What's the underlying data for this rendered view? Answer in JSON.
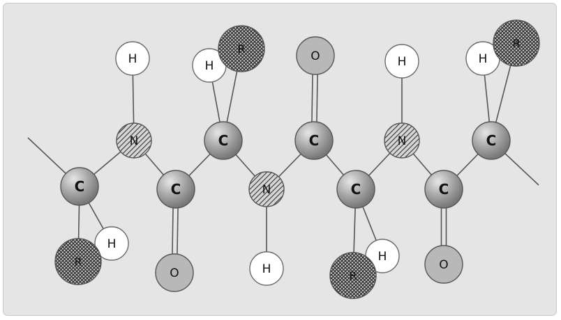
{
  "colors": {
    "background": "#e5e5e5",
    "bond": "#555555",
    "carbon": "#9a9a9a",
    "oxygen": "#b8b8b8",
    "hydrogen": "#ffffff",
    "nitrogen_hatch": "#3a3a3a",
    "r_group_hatch": "#2f2f2f"
  },
  "atoms": [
    {
      "id": "c1",
      "element": "carbon",
      "label": "C"
    },
    {
      "id": "n1",
      "element": "nitrogen",
      "label": "N"
    },
    {
      "id": "c2",
      "element": "carbon",
      "label": "C"
    },
    {
      "id": "c3",
      "element": "carbon",
      "label": "C"
    },
    {
      "id": "n2",
      "element": "nitrogen",
      "label": "N"
    },
    {
      "id": "c4",
      "element": "carbon",
      "label": "C"
    },
    {
      "id": "c5",
      "element": "carbon",
      "label": "C"
    },
    {
      "id": "n3",
      "element": "nitrogen",
      "label": "N"
    },
    {
      "id": "c6",
      "element": "carbon",
      "label": "C"
    },
    {
      "id": "c7",
      "element": "carbon",
      "label": "C"
    },
    {
      "id": "o1",
      "element": "oxygen",
      "label": "O"
    },
    {
      "id": "o2",
      "element": "oxygen",
      "label": "O"
    },
    {
      "id": "o3",
      "element": "oxygen",
      "label": "O"
    },
    {
      "id": "h1",
      "element": "hydrogen",
      "label": "H"
    },
    {
      "id": "h2",
      "element": "hydrogen",
      "label": "H"
    },
    {
      "id": "h3",
      "element": "hydrogen",
      "label": "H"
    },
    {
      "id": "h4",
      "element": "hydrogen",
      "label": "H"
    },
    {
      "id": "h5",
      "element": "hydrogen",
      "label": "H"
    },
    {
      "id": "h6",
      "element": "hydrogen",
      "label": "H"
    },
    {
      "id": "h7",
      "element": "hydrogen",
      "label": "H"
    },
    {
      "id": "r1",
      "element": "r-group",
      "label": "R"
    },
    {
      "id": "r2",
      "element": "r-group",
      "label": "R"
    },
    {
      "id": "r3",
      "element": "r-group",
      "label": "R"
    },
    {
      "id": "r4",
      "element": "r-group",
      "label": "R"
    }
  ],
  "bonds": [
    {
      "from": "c1",
      "to": "n1",
      "order": 1
    },
    {
      "from": "n1",
      "to": "c2",
      "order": 1
    },
    {
      "from": "c2",
      "to": "c3",
      "order": 1
    },
    {
      "from": "c3",
      "to": "n2",
      "order": 1
    },
    {
      "from": "n2",
      "to": "c4",
      "order": 1
    },
    {
      "from": "c4",
      "to": "c5",
      "order": 1
    },
    {
      "from": "c5",
      "to": "n3",
      "order": 1
    },
    {
      "from": "n3",
      "to": "c6",
      "order": 1
    },
    {
      "from": "c6",
      "to": "c7",
      "order": 1
    },
    {
      "from": "c2",
      "to": "o1",
      "order": 2
    },
    {
      "from": "c4",
      "to": "o2",
      "order": 2
    },
    {
      "from": "c6",
      "to": "o3",
      "order": 2
    },
    {
      "from": "n1",
      "to": "h1",
      "order": 1
    },
    {
      "from": "c3",
      "to": "h2",
      "order": 1
    },
    {
      "from": "c3",
      "to": "r1",
      "order": 1
    },
    {
      "from": "n3",
      "to": "h3",
      "order": 1
    },
    {
      "from": "c7",
      "to": "h4",
      "order": 1
    },
    {
      "from": "c7",
      "to": "r2",
      "order": 1
    },
    {
      "from": "c1",
      "to": "r3",
      "order": 1
    },
    {
      "from": "c1",
      "to": "h5",
      "order": 1
    },
    {
      "from": "n2",
      "to": "h6",
      "order": 1
    },
    {
      "from": "c5",
      "to": "r4",
      "order": 1
    },
    {
      "from": "c5",
      "to": "h7",
      "order": 1
    }
  ],
  "chain_ends": [
    {
      "attached_to": "c1",
      "side": "left"
    },
    {
      "attached_to": "c7",
      "side": "right"
    }
  ]
}
